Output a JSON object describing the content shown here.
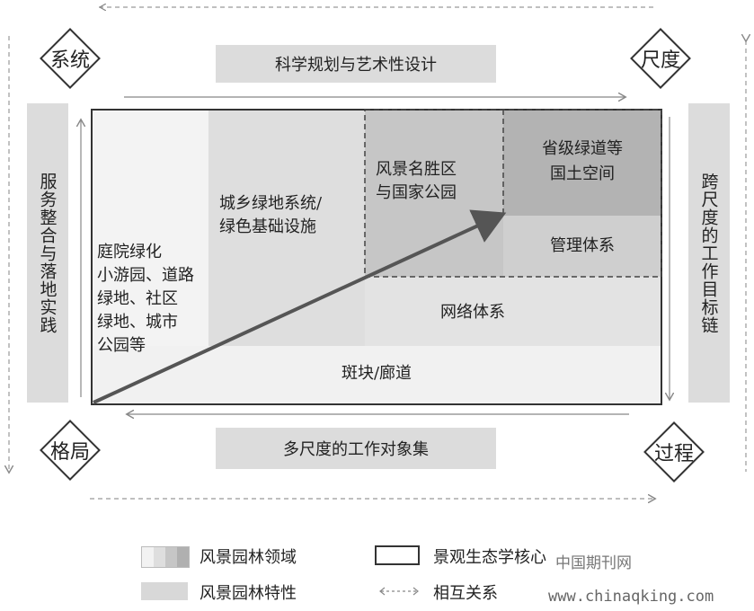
{
  "corners": {
    "top_left": "系统",
    "top_right": "尺度",
    "bottom_left": "格局",
    "bottom_right": "过程"
  },
  "top_bar": "科学规划与艺术性设计",
  "bottom_bar": "多尺度的工作对象集",
  "left_bar": "服务整合与落地实践",
  "right_bar": "跨尺度的工作目标链",
  "regions": {
    "courtyard": "庭院绿化\n小游园、道路\n绿地、社区\n绿地、城市\n公园等",
    "urban_rural": "城乡绿地系统/\n绿色基础设施",
    "scenic": "风景名胜区\n与国家公园",
    "provincial": "省级绿道等\n国土空间",
    "management": "管理体系",
    "network": "网络体系",
    "patch": "斑块/廊道"
  },
  "legend": {
    "domain": "风景园林领域",
    "core": "景观生态学核心",
    "characteristic": "风景园林特性",
    "relation": "相互关系"
  },
  "watermark": {
    "cn": "中国期刊网",
    "url": "www.chinaqking.com"
  }
}
